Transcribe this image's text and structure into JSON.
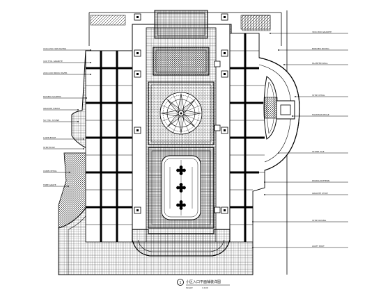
{
  "drawing": {
    "caption_number": "1",
    "caption_title": "小区入口平面铺装详图",
    "scale_label": "SCALE",
    "scale_value": "1:100"
  },
  "left_notes": [
    "150×150 TILE PAVING",
    "100 THK. GRANITE",
    "200×100 BRICK PAVER",
    "RAISED PLANTER",
    "GRANITE FINISH",
    "50 THK. STONE",
    "LAWN EDGE",
    "STEP EDGE",
    "CURB DETAIL",
    "TREE GRATE"
  ],
  "right_notes": [
    "300×300 GRANITE",
    "BORDER PAVING",
    "PLANTER WALL",
    "STEP DETAIL",
    "FOUNTAIN EDGE",
    "STONE TILE",
    "PAVING PATTERN",
    "GRANITE STRIP",
    "STEP NOSING",
    "LIGHT POST"
  ]
}
